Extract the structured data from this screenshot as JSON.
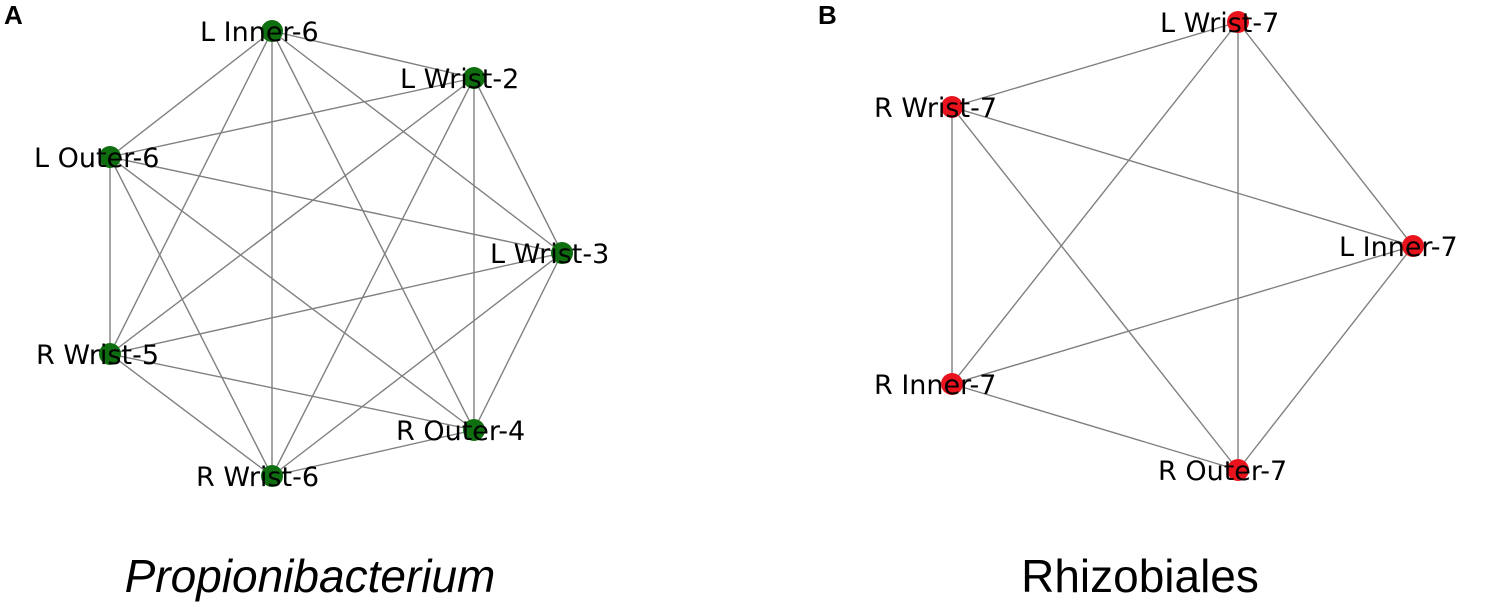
{
  "panels": [
    {
      "letter": "A",
      "caption": "Propionibacterium",
      "caption_italic": true,
      "node_color": "#0f6e0f",
      "nodes": [
        {
          "id": "n1",
          "label": "L Inner-6"
        },
        {
          "id": "n2",
          "label": "L Wrist-2"
        },
        {
          "id": "n3",
          "label": "L Wrist-3"
        },
        {
          "id": "n4",
          "label": "R Outer-4"
        },
        {
          "id": "n5",
          "label": "R Wrist-6"
        },
        {
          "id": "n6",
          "label": "R Wrist-5"
        },
        {
          "id": "n7",
          "label": "L Outer-6"
        }
      ],
      "complete_graph": true
    },
    {
      "letter": "B",
      "caption": "Rhizobiales",
      "caption_italic": false,
      "node_color": "#e8131c",
      "nodes": [
        {
          "id": "m1",
          "label": "L Wrist-7"
        },
        {
          "id": "m2",
          "label": "L Inner-7"
        },
        {
          "id": "m3",
          "label": "R Outer-7"
        },
        {
          "id": "m4",
          "label": "R Inner-7"
        },
        {
          "id": "m5",
          "label": "R Wrist-7"
        }
      ],
      "complete_graph": true
    }
  ]
}
